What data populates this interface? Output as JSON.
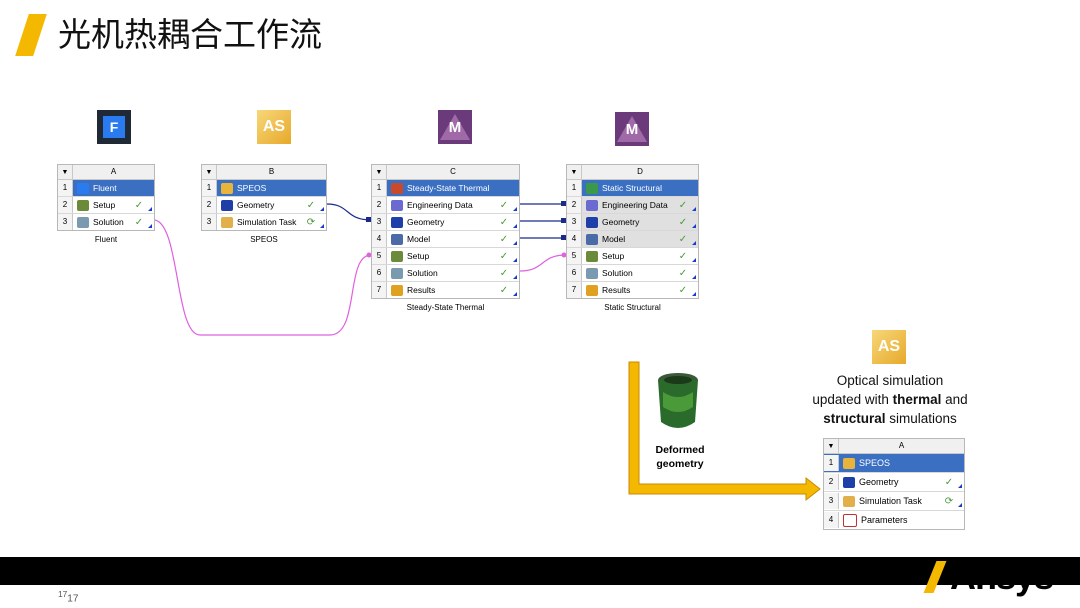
{
  "slide": {
    "title": "光机热耦合工作流",
    "page_number": "17",
    "brand": "Ansys"
  },
  "icons": {
    "fluent": "F",
    "speos": "AS",
    "mech": "M"
  },
  "systems": {
    "A": {
      "letter": "A",
      "caption": "Fluent",
      "rows": [
        {
          "num": "1",
          "label": "Fluent",
          "icon": "fluent-icon"
        },
        {
          "num": "2",
          "label": "Setup",
          "icon": "setup-icon",
          "status": "✓"
        },
        {
          "num": "3",
          "label": "Solution",
          "icon": "solution-icon",
          "status": "✓"
        }
      ]
    },
    "B": {
      "letter": "B",
      "caption": "SPEOS",
      "rows": [
        {
          "num": "1",
          "label": "SPEOS",
          "icon": "speos-icon"
        },
        {
          "num": "2",
          "label": "Geometry",
          "icon": "geometry-icon",
          "status": "✓"
        },
        {
          "num": "3",
          "label": "Simulation Task",
          "icon": "simulation-task-icon",
          "status": "⟳"
        }
      ]
    },
    "C": {
      "letter": "C",
      "caption": "Steady-State Thermal",
      "rows": [
        {
          "num": "1",
          "label": "Steady-State Thermal",
          "icon": "thermal-icon"
        },
        {
          "num": "2",
          "label": "Engineering Data",
          "icon": "engineering-data-icon",
          "status": "✓"
        },
        {
          "num": "3",
          "label": "Geometry",
          "icon": "geometry-icon",
          "status": "✓"
        },
        {
          "num": "4",
          "label": "Model",
          "icon": "model-icon",
          "status": "✓"
        },
        {
          "num": "5",
          "label": "Setup",
          "icon": "setup-icon",
          "status": "✓"
        },
        {
          "num": "6",
          "label": "Solution",
          "icon": "solution-icon",
          "status": "✓"
        },
        {
          "num": "7",
          "label": "Results",
          "icon": "results-icon",
          "status": "✓"
        }
      ]
    },
    "D": {
      "letter": "D",
      "caption": "Static Structural",
      "rows": [
        {
          "num": "1",
          "label": "Static Structural",
          "icon": "structural-icon"
        },
        {
          "num": "2",
          "label": "Engineering Data",
          "icon": "engineering-data-icon",
          "status": "✓"
        },
        {
          "num": "3",
          "label": "Geometry",
          "icon": "geometry-icon",
          "status": "✓"
        },
        {
          "num": "4",
          "label": "Model",
          "icon": "model-icon",
          "status": "✓"
        },
        {
          "num": "5",
          "label": "Setup",
          "icon": "setup-icon",
          "status": "✓"
        },
        {
          "num": "6",
          "label": "Solution",
          "icon": "solution-icon",
          "status": "✓"
        },
        {
          "num": "7",
          "label": "Results",
          "icon": "results-icon",
          "status": "✓"
        }
      ]
    },
    "E": {
      "letter": "A",
      "rows": [
        {
          "num": "1",
          "label": "SPEOS",
          "icon": "speos-icon"
        },
        {
          "num": "2",
          "label": "Geometry",
          "icon": "geometry-icon",
          "status": "✓"
        },
        {
          "num": "3",
          "label": "Simulation Task",
          "icon": "simulation-task-icon",
          "status": "⟳"
        },
        {
          "num": "4",
          "label": "Parameters",
          "icon": "parameters-icon"
        }
      ]
    }
  },
  "annotations": {
    "deformed_line1": "Deformed",
    "deformed_line2": "geometry",
    "optical_line1": "Optical simulation",
    "optical_line2_pre": "updated with ",
    "optical_line2_bold": "thermal",
    "optical_line2_post": " and",
    "optical_line3_bold": "structural",
    "optical_line3_post": " simulations"
  },
  "colors": {
    "accent": "#f5b800",
    "link_blue": "#1a2a8a",
    "link_pink": "#e060e0",
    "selected_row": "#3a6fc2"
  }
}
